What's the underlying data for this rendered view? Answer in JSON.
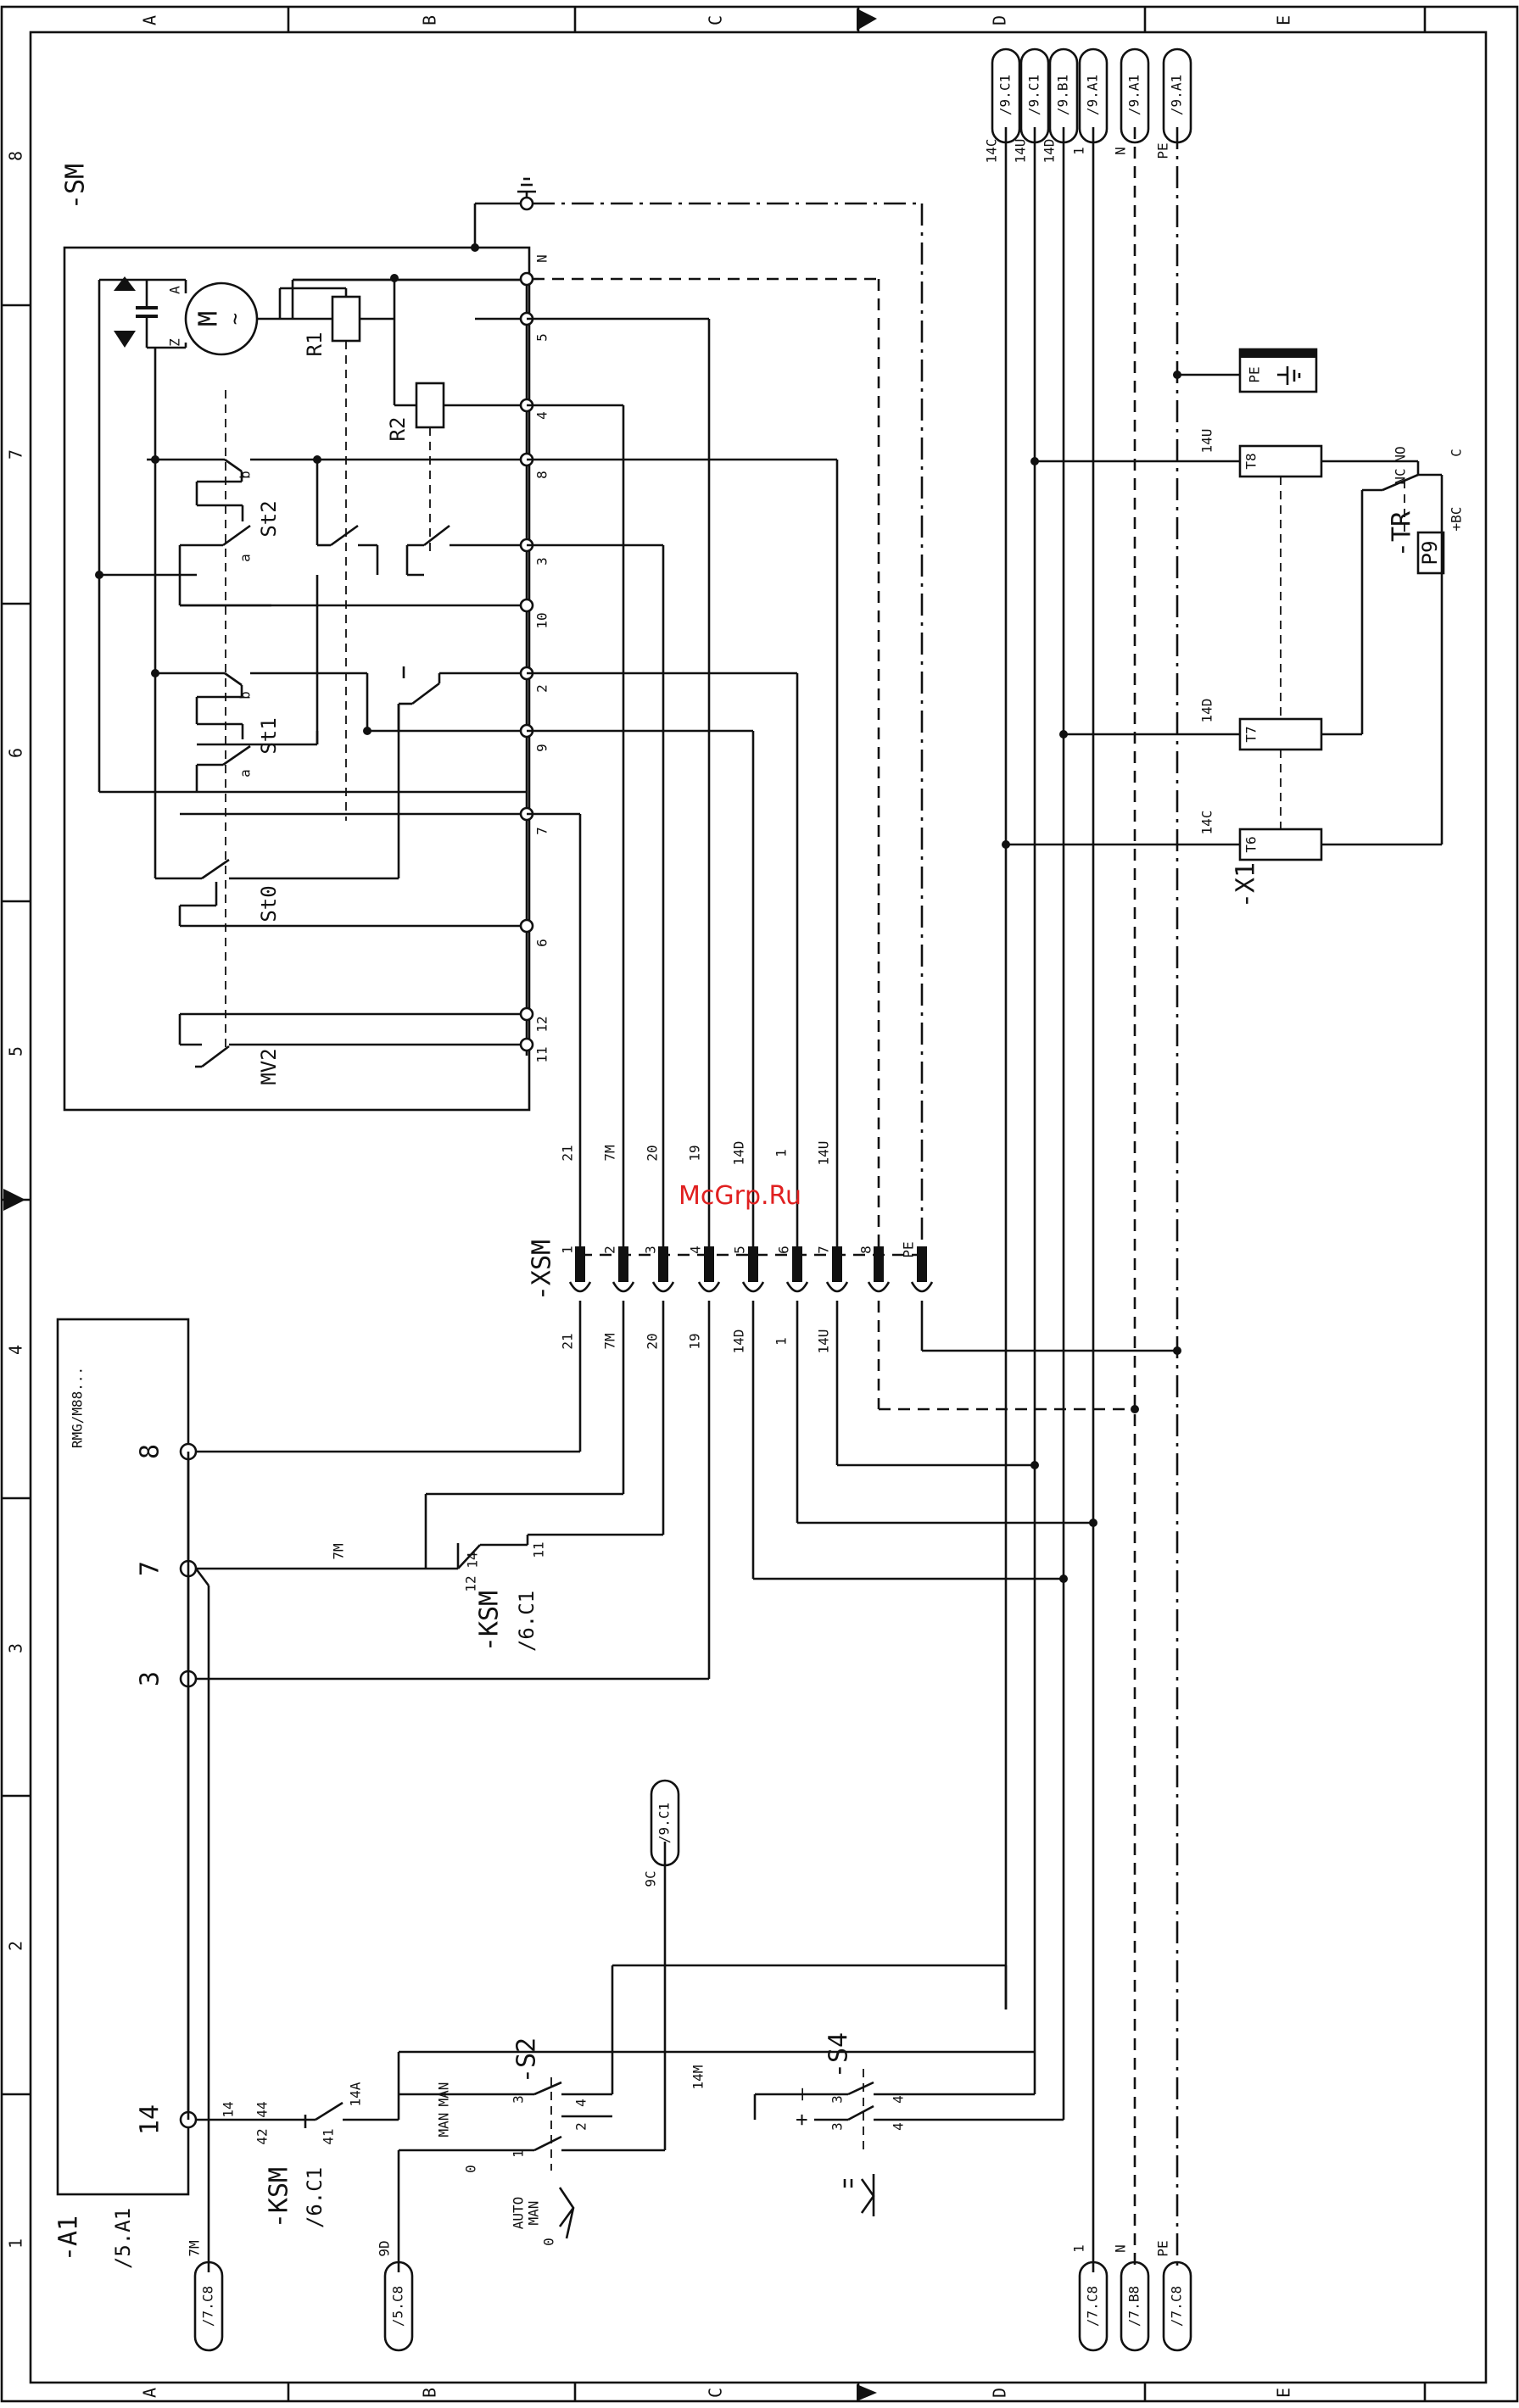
{
  "watermark": "McGrp.Ru",
  "border": {
    "columns": [
      "A",
      "B",
      "C",
      "D",
      "E"
    ],
    "rows": [
      "8",
      "7",
      "6",
      "5",
      "4",
      "3",
      "2",
      "1"
    ]
  },
  "devices": {
    "sm": "-SM",
    "xsm": "-XSM",
    "x1": "-X1",
    "tr": "-TR",
    "tr_box": "P9",
    "tr_bc": "+BC",
    "a1": "-A1",
    "a1_ref": "/5.A1",
    "a1_type": "RMG/M88...",
    "ksm_upper": "-KSM",
    "ksm_upper_ref": "/6.C1",
    "ksm_lower": "-KSM",
    "ksm_lower_ref": "/6.C1",
    "s2": "-S2",
    "s4": "-S4",
    "r1": "R1",
    "r2": "R2",
    "motor": "M",
    "st0": "St0",
    "st1": "St1",
    "st2": "St2",
    "mv2": "MV2",
    "pe_block": "PE",
    "cap_a": "A",
    "cap_z": "Z",
    "sw_a": "a",
    "sw_b": "b"
  },
  "top_refs": [
    {
      "wire": "14C",
      "ref": "/9.C1"
    },
    {
      "wire": "14U",
      "ref": "/9.C1"
    },
    {
      "wire": "14D",
      "ref": "/9.B1"
    },
    {
      "wire": "1",
      "ref": "/9.A1"
    },
    {
      "wire": "N",
      "ref": "/9.A1"
    },
    {
      "wire": "PE",
      "ref": "/9.A1"
    }
  ],
  "bottom_refs": [
    {
      "wire": "7M",
      "ref": "/7.C8"
    },
    {
      "wire": "9D",
      "ref": "/5.C8"
    },
    {
      "wire": "1",
      "ref": "/7.C8"
    },
    {
      "wire": "N",
      "ref": "/7.B8"
    },
    {
      "wire": "PE",
      "ref": "/7.C8"
    }
  ],
  "mid_ref": {
    "wire": "9C",
    "ref": "/9.C1"
  },
  "sm_terminals": [
    "N",
    "5",
    "4",
    "8",
    "3",
    "10",
    "2",
    "9",
    "7",
    "6",
    "12",
    "11"
  ],
  "xsm_pins": [
    "1",
    "2",
    "3",
    "4",
    "5",
    "6",
    "7",
    "8",
    "PE"
  ],
  "xsm_wires_top": [
    "21",
    "7M",
    "20",
    "19",
    "14D",
    "1",
    "14U"
  ],
  "xsm_wires_bottom": [
    "21",
    "7M",
    "20",
    "19",
    "14D",
    "1",
    "14U"
  ],
  "x1_terminals": [
    "T8",
    "T7",
    "T6"
  ],
  "x1_wires": [
    "14U",
    "14D",
    "14C"
  ],
  "tr_contacts": {
    "nc": "NC",
    "no": "NO",
    "c": "C"
  },
  "a1_terminals": [
    "8",
    "7",
    "3",
    "14"
  ],
  "ksm_upper_contacts": {
    "c12": "12",
    "c14": "14",
    "c11": "11",
    "wire": "7M"
  },
  "ksm_lower_contacts": {
    "c42": "42",
    "c44": "44",
    "c41": "41",
    "wire_in": "14",
    "wire_out": "14A"
  },
  "s2_labels": {
    "man1": "MAN",
    "man2": "MAN",
    "zero": "0",
    "c3": "3",
    "c4": "4",
    "c1": "1",
    "c2": "2",
    "auto": "AUTO",
    "man": "MAN",
    "pos0": "0"
  },
  "s4_labels": {
    "minus": "–",
    "plus": "+",
    "c3a": "3",
    "c3b": "3",
    "c4a": "4",
    "c4b": "4",
    "wire": "14M"
  }
}
